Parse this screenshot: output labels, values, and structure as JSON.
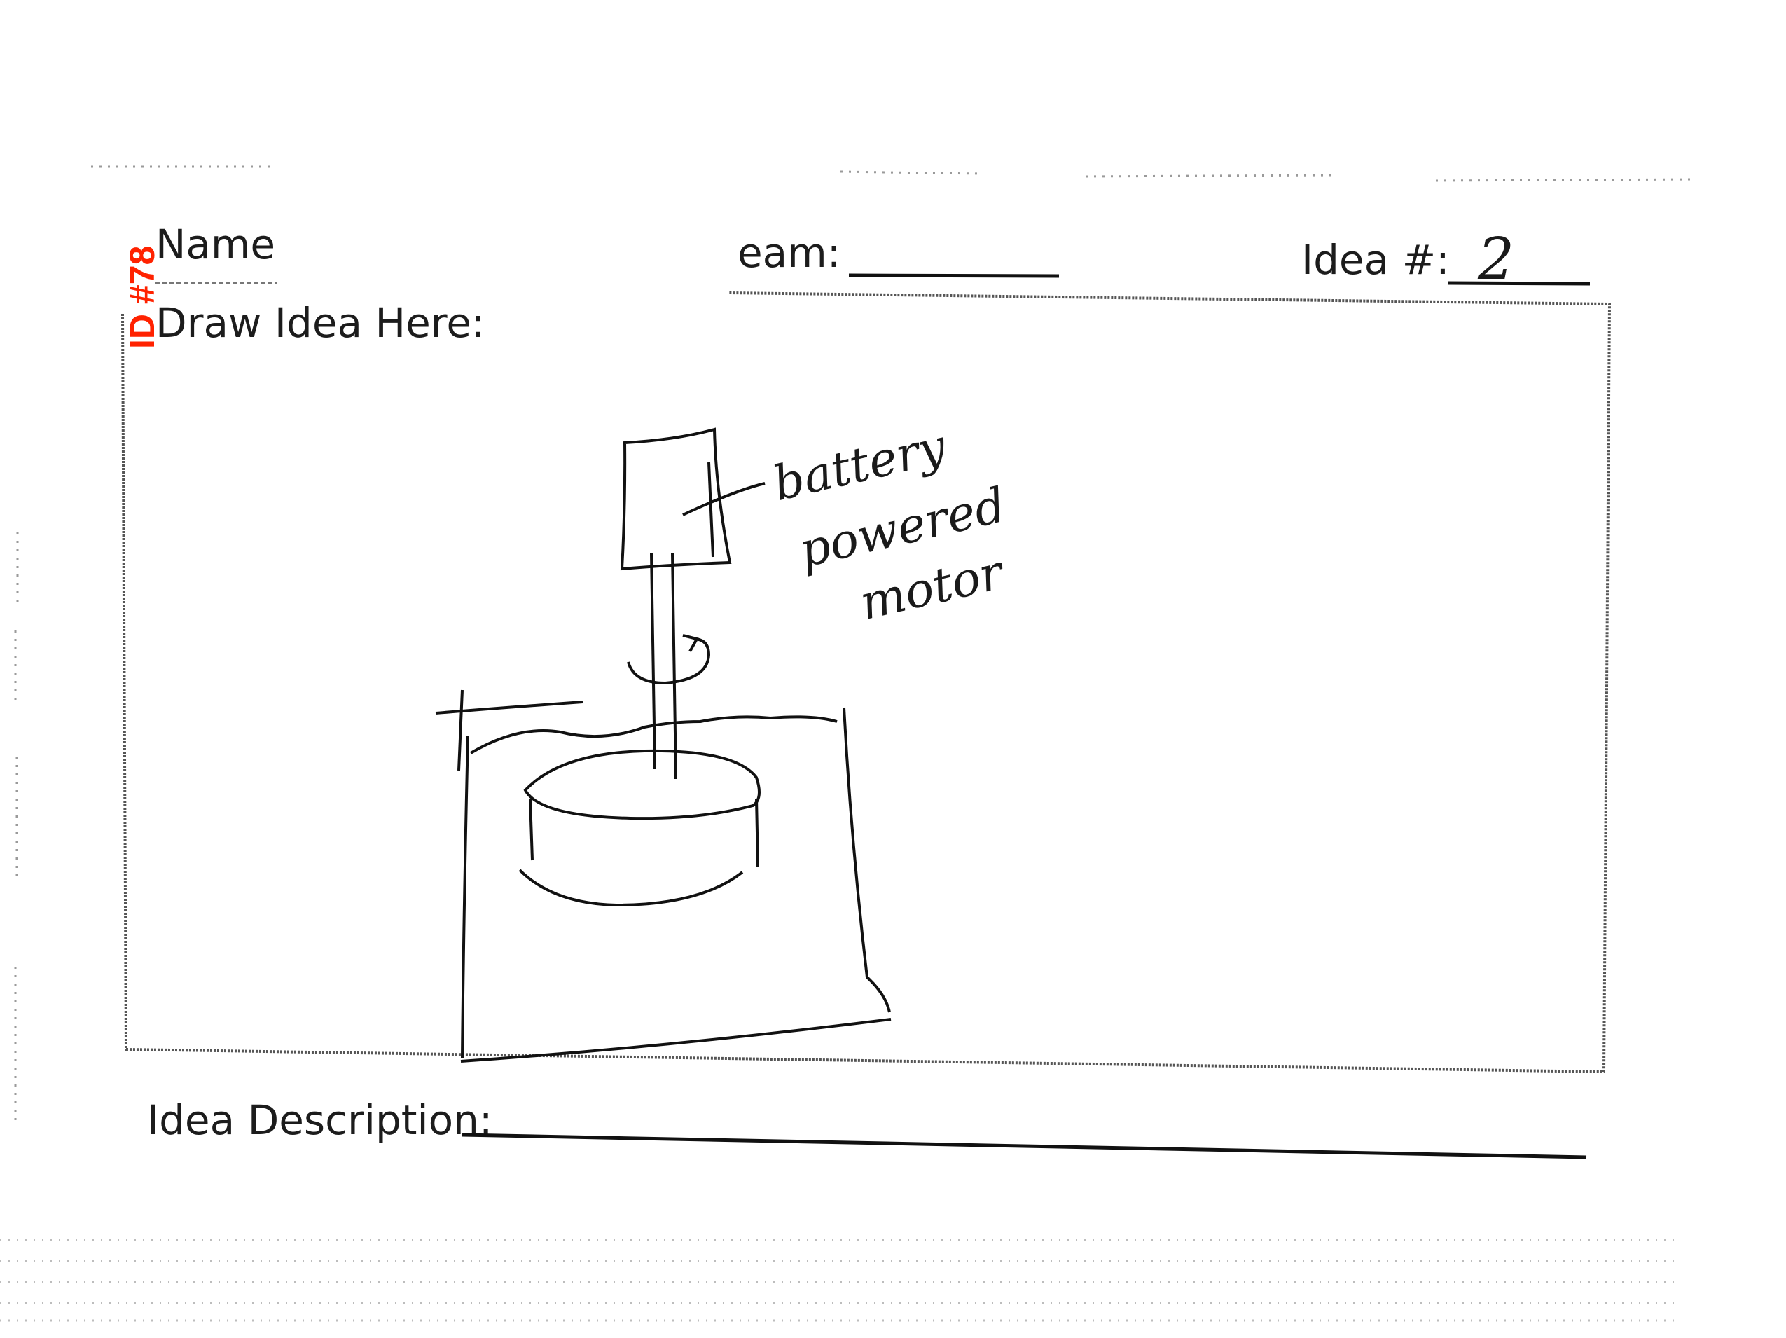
{
  "form": {
    "name_label": "Name",
    "team_label": "eam:",
    "idea_number_label": "Idea #:",
    "idea_number_value": "2",
    "draw_label": "Draw Idea Here:",
    "description_label": "Idea Description:"
  },
  "stamp": {
    "id_text": "ID #78",
    "color": "#ff2200"
  },
  "sketch": {
    "annotations": [
      "battery",
      "powered",
      "motor"
    ]
  }
}
